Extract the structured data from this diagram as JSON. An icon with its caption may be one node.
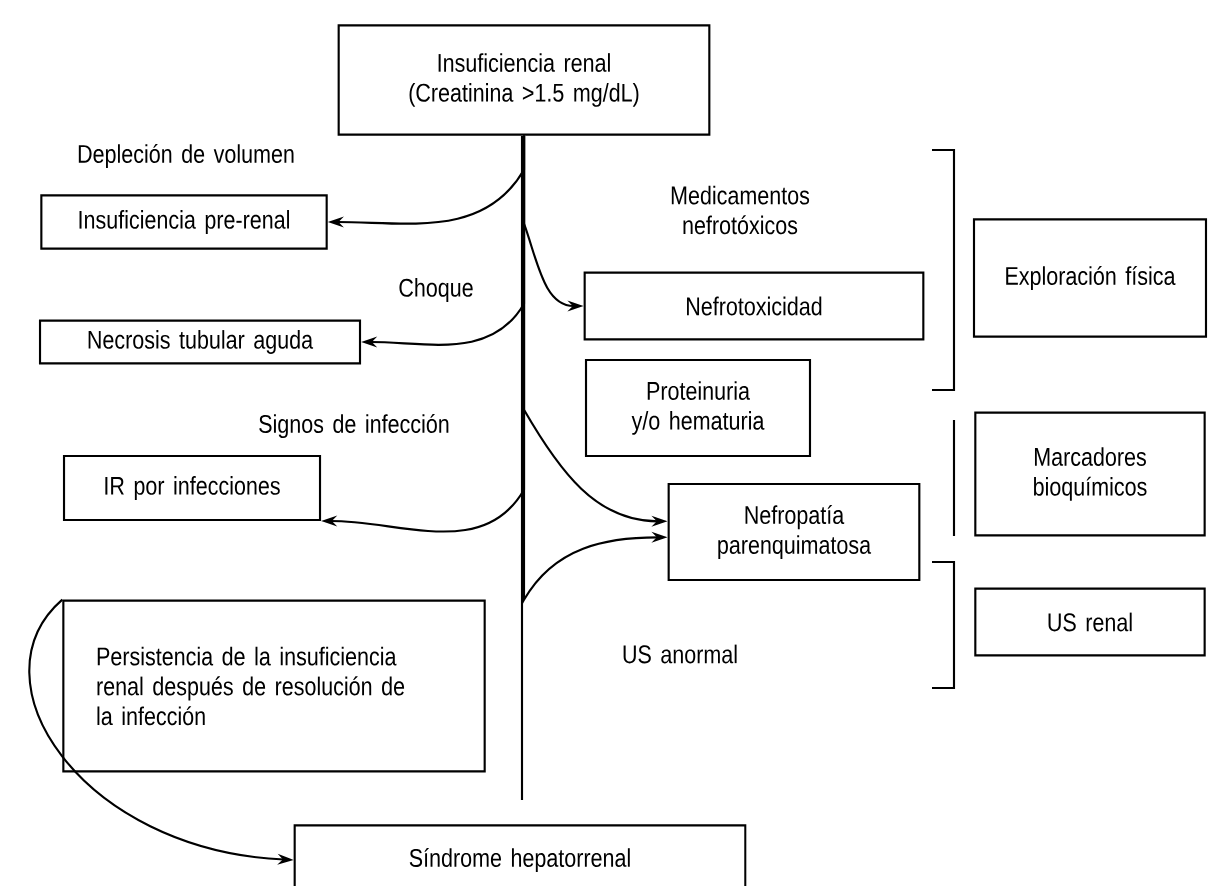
{
  "diagram": {
    "nodes": [
      {
        "text": [
          "Insuficiencia renal (Creatinina >1.5 mg/dL)"
        ]
      },
      {
        "text": [
          "Insuficiencia pre-renal"
        ]
      },
      {
        "text": [
          "Necrosis tubular aguda"
        ]
      },
      {
        "text": [
          "Nefrotoxicidad"
        ]
      },
      {
        "text": [
          "Exploración física"
        ]
      },
      {
        "text": [
          "Proteinuria y/o hematuria"
        ]
      },
      {
        "text": [
          "Marcadores bioquímicos"
        ]
      },
      {
        "text": [
          "IR por infecciones"
        ]
      },
      {
        "text": [
          "Nefropatía parenquimatosa"
        ]
      },
      {
        "text": [
          "US renal"
        ]
      },
      {
        "text": [
          "Persistencia de la insuficiencia renal después de resolución de la infección"
        ]
      },
      {
        "text": [
          "Síndrome hepatorrenal"
        ]
      }
    ],
    "edges": [
      {
        "from": 0,
        "to": 1,
        "arrow": "to",
        "label": "Depleción de volumen"
      },
      {
        "from": 0,
        "to": 2,
        "arrow": "to",
        "label": "Choque"
      },
      {
        "from": 0,
        "to": 3,
        "arrow": "to",
        "label": "Medicamentos nefrotóxicos"
      },
      {
        "from": 0,
        "to": 8,
        "arrow": "to"
      },
      {
        "from": 0,
        "to": 7,
        "arrow": "to",
        "label": "Signos de infección"
      },
      {
        "from": 0,
        "to": 8,
        "arrow": "to",
        "label": "US anormal"
      },
      {
        "from": 10,
        "to": 11,
        "arrow": "to"
      }
    ]
  }
}
